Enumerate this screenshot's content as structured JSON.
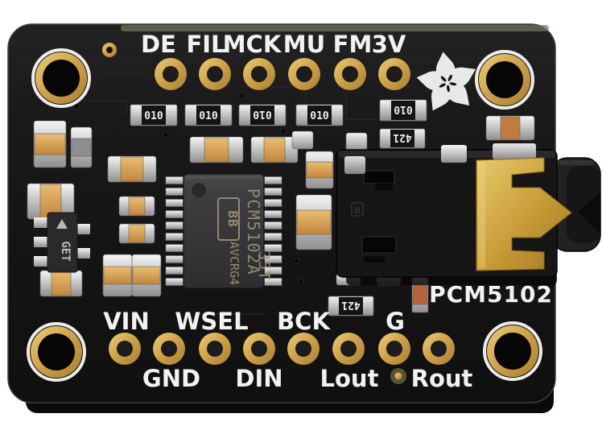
{
  "board": {
    "description": "PCM5102 I2S stereo DAC breakout board photo",
    "silkscreen_board_label": "PCM5102",
    "pins": {
      "top": [
        "DE",
        "FIL",
        "MCK",
        "MU",
        "FM",
        "3V"
      ],
      "bottom_upper": [
        "VIN",
        "WSEL",
        "BCK",
        "G"
      ],
      "bottom_lower": [
        "GND",
        "DIN",
        "Lout",
        "Rout"
      ]
    },
    "ic": {
      "logo": "BB",
      "part_number": "PCM5102A",
      "date_code": "35T",
      "package_code": "AVCRG4"
    },
    "markings": {
      "regulator": "GET",
      "jumper_resistor": "010",
      "filter_resistor": "421",
      "jack": "B"
    },
    "colors": {
      "board": "#161616",
      "gold": "#d2a84f",
      "silkscreen": "#f2f2f2",
      "capacitor_body": "#d49a55",
      "chip_body": "#3a3a3c",
      "chip_marking": "#97886f"
    }
  }
}
